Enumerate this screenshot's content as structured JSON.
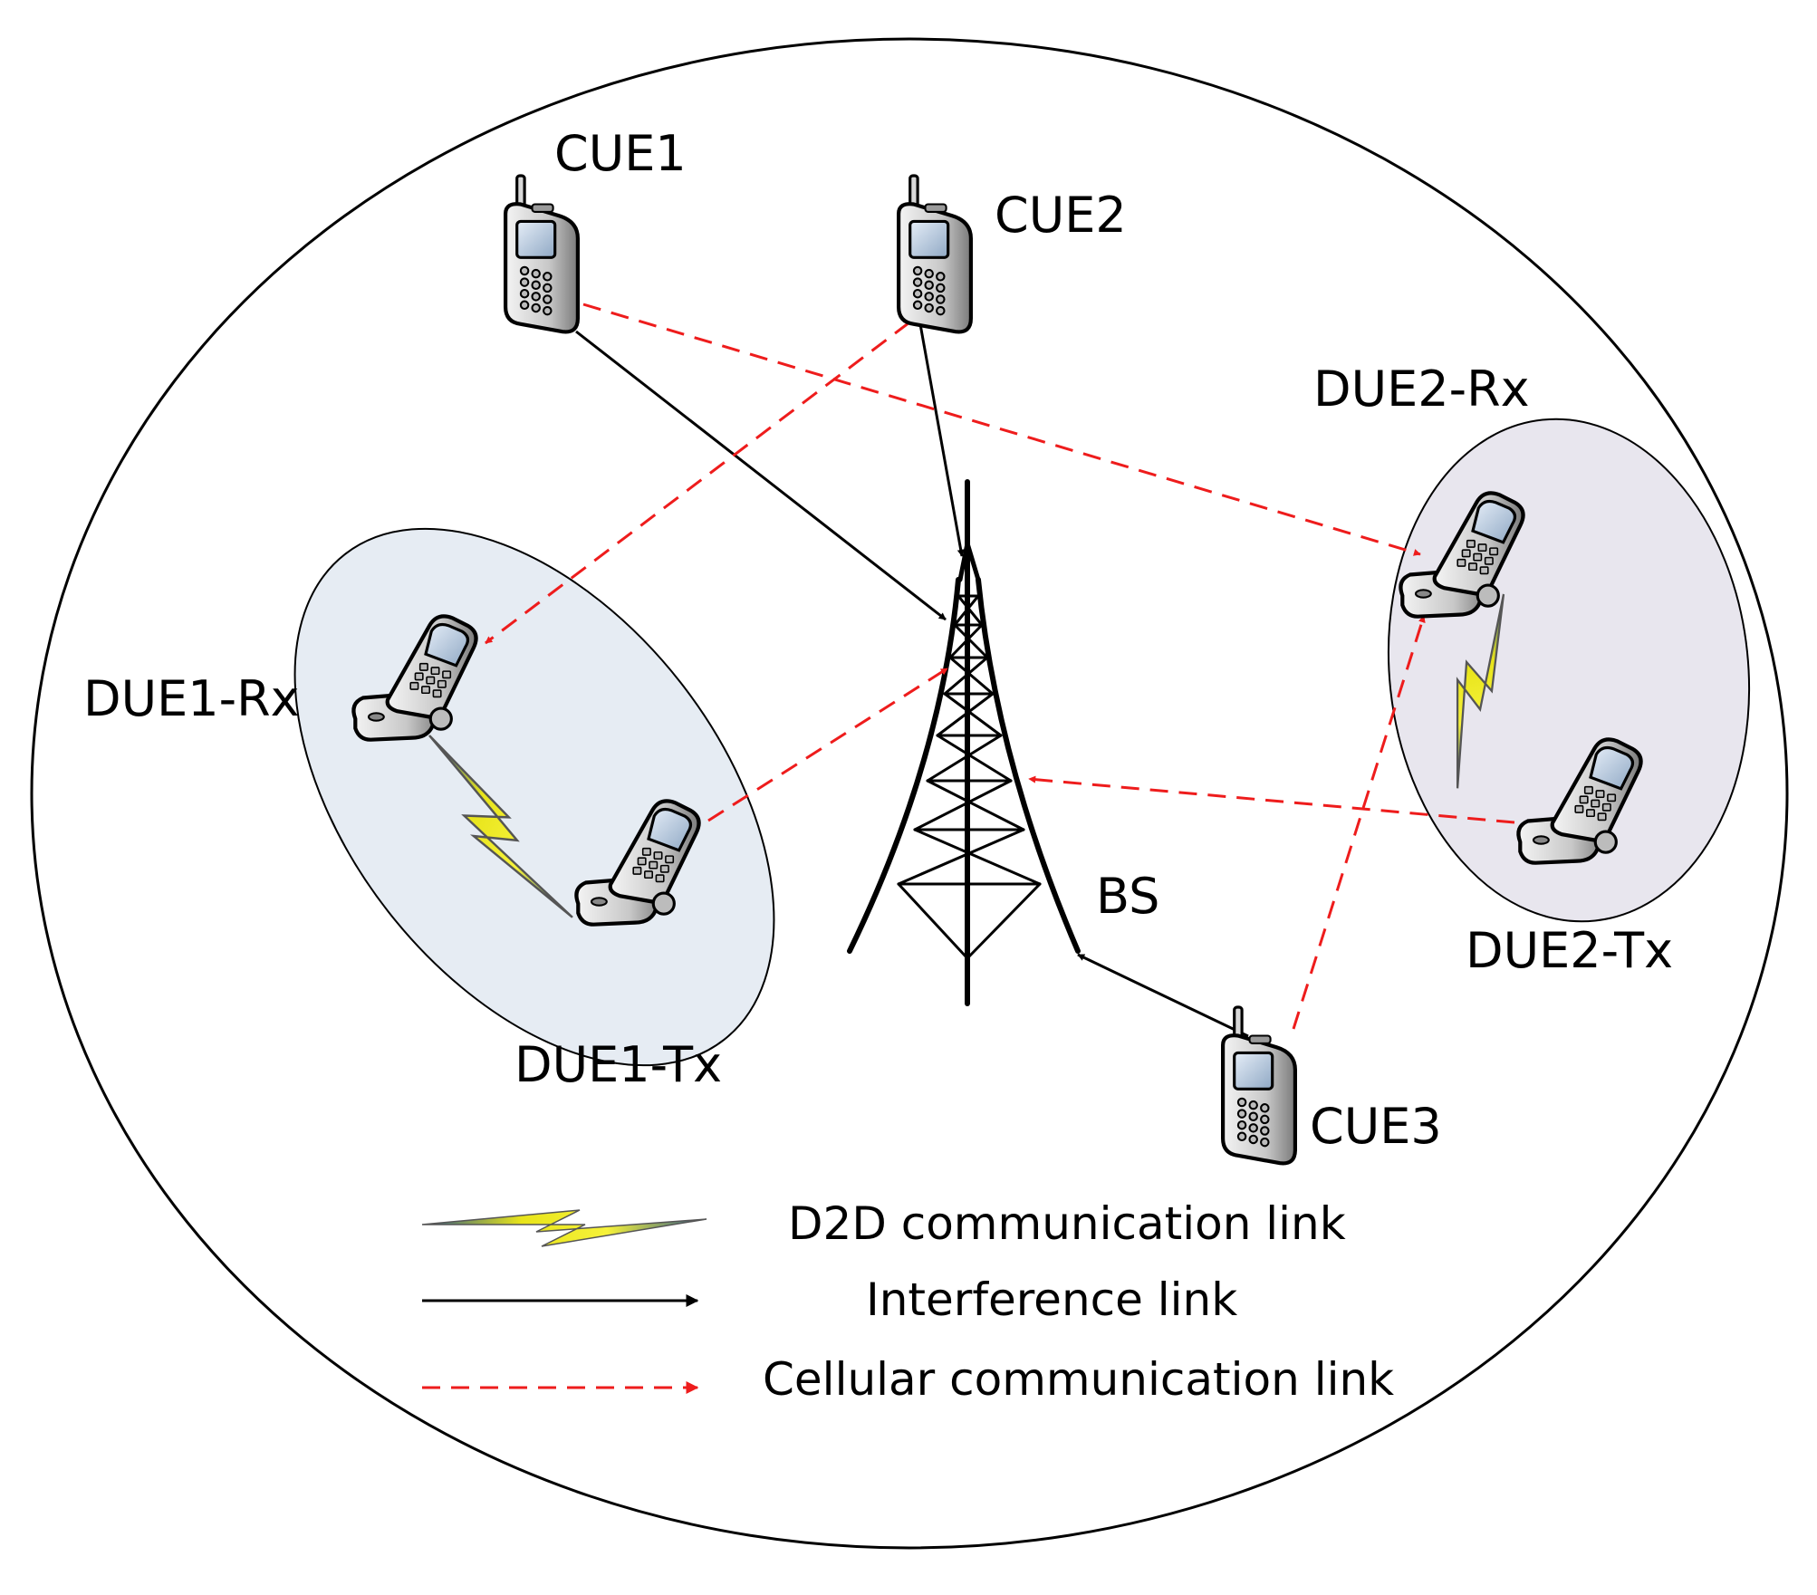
{
  "nodes": {
    "cue1": "CUE1",
    "cue2": "CUE2",
    "cue3": "CUE3",
    "due1_rx": "DUE1-Rx",
    "due1_tx": "DUE1-Tx",
    "due2_rx": "DUE2-Rx",
    "due2_tx": "DUE2-Tx",
    "bs": "BS"
  },
  "legend": {
    "d2d": "D2D communication link",
    "interference": "Interference link",
    "cellular": "Cellular communication link"
  },
  "colors": {
    "cellular_link": "#ee1c1c",
    "interference_link": "#000000",
    "d2d_bolt": "#f2ee22",
    "cluster_fill_left": "#e6ecf3",
    "cluster_fill_right": "#e8e6ee"
  }
}
